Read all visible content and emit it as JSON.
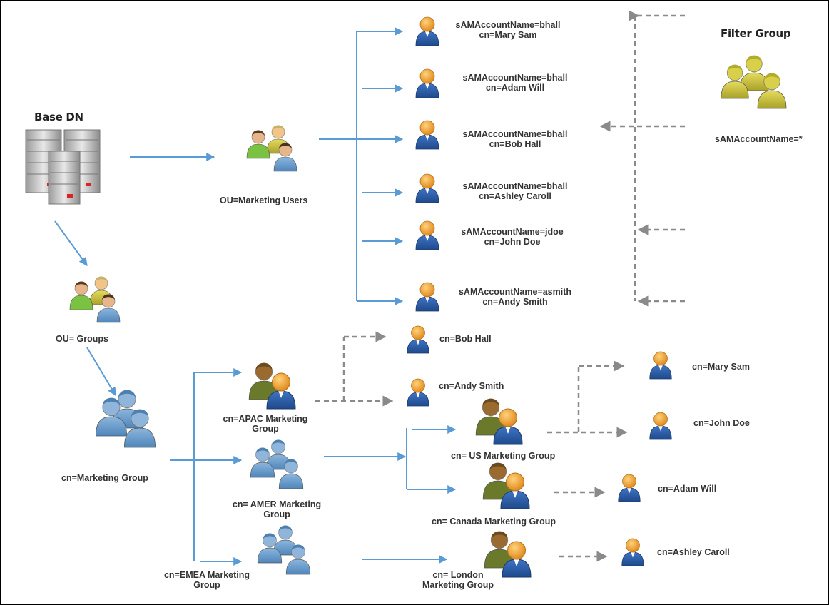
{
  "base_dn": {
    "label": "Base DN",
    "icon": "server-stack-icon"
  },
  "filter_group": {
    "title": "Filter Group",
    "filter": "sAMAccountName=*",
    "icon": "group-yellow-icon"
  },
  "ou_users": {
    "label": "OU=Marketing Users",
    "icon": "users-group-icon"
  },
  "ou_groups": {
    "label": "OU= Groups",
    "icon": "users-group-icon"
  },
  "users": [
    {
      "sam": "sAMAccountName=bhall",
      "cn": "cn=Mary Sam"
    },
    {
      "sam": "sAMAccountName=bhall",
      "cn": "cn=Adam Will"
    },
    {
      "sam": "sAMAccountName=bhall",
      "cn": "cn=Bob Hall"
    },
    {
      "sam": "sAMAccountName=bhall",
      "cn": "cn=Ashley Caroll"
    },
    {
      "sam": "sAMAccountName=jdoe",
      "cn": "cn=John Doe"
    },
    {
      "sam": "sAMAccountName=asmith",
      "cn": "cn=Andy Smith"
    }
  ],
  "groups": {
    "marketing": "cn=Marketing Group",
    "apac": [
      "cn=APAC Marketing",
      "Group"
    ],
    "amer": [
      "cn= AMER Marketing",
      "Group"
    ],
    "emea": [
      "cn=EMEA Marketing",
      "Group"
    ],
    "us": "cn= US Marketing Group",
    "canada": "cn= Canada Marketing Group",
    "london": [
      "cn= London",
      "Marketing Group"
    ]
  },
  "members": {
    "apac_1": "cn=Bob Hall",
    "apac_2": "cn=Andy Smith",
    "us_1": "cn=Mary Sam",
    "us_2": "cn=John Doe",
    "canada_1": "cn=Adam Will",
    "london_1": "cn=Ashley Caroll"
  },
  "colors": {
    "solid_arrow": "#5b9bd5",
    "dashed_arrow": "#8a8a8a",
    "user_head": "#f0a63a",
    "user_body": "#2f5fa8"
  }
}
